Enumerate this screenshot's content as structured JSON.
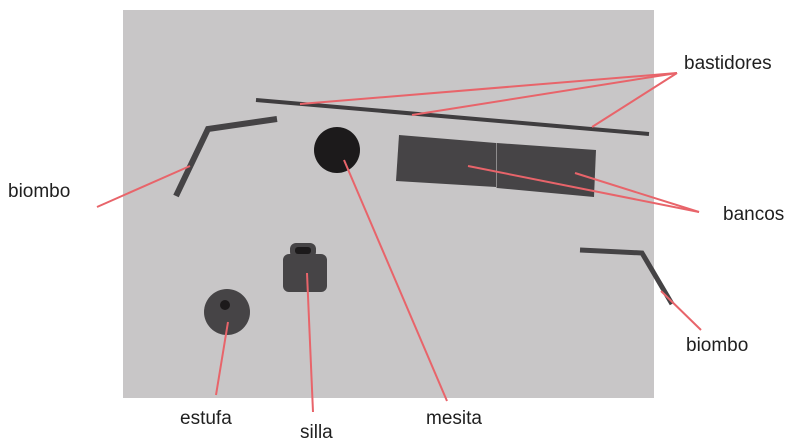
{
  "diagram": {
    "labels": {
      "bastidores": "bastidores",
      "biombo_left": "biombo",
      "bancos": "bancos",
      "biombo_right": "biombo",
      "estufa": "estufa",
      "silla": "silla",
      "mesita": "mesita"
    },
    "colors": {
      "stage": "#c8c6c7",
      "furniture": "#464446",
      "furniture_dark": "#1c1a1b",
      "leader_line": "#e8646a"
    }
  }
}
